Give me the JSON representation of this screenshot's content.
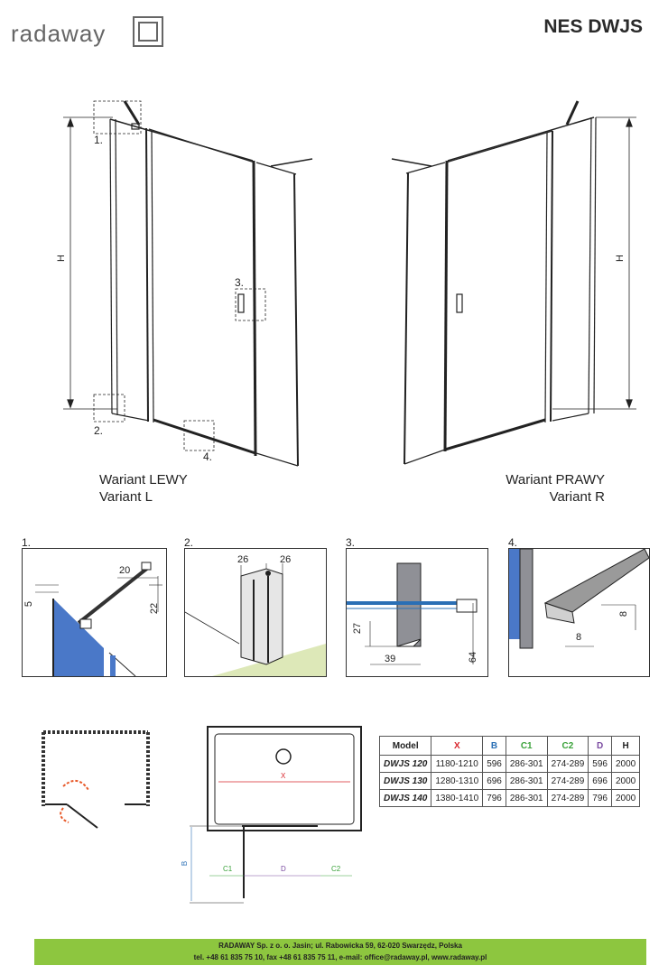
{
  "header": {
    "logo_text": "radaway",
    "model_title": "NES DWJS"
  },
  "main_drawing": {
    "height_label": "H",
    "callouts": [
      "1.",
      "2.",
      "3.",
      "4."
    ],
    "variant_left_line1": "Wariant LEWY",
    "variant_left_line2": "Variant L",
    "variant_right_line1": "Wariant PRAWY",
    "variant_right_line2": "Variant R"
  },
  "details": [
    {
      "num": "1.",
      "dims": [
        "20",
        "5",
        "22"
      ]
    },
    {
      "num": "2.",
      "dims": [
        "26",
        "26"
      ]
    },
    {
      "num": "3.",
      "dims": [
        "27",
        "39",
        "64"
      ]
    },
    {
      "num": "4.",
      "dims": [
        "8",
        "8"
      ]
    }
  ],
  "plan": {
    "x_label": "X",
    "b_label": "B",
    "c1_label": "C1",
    "d_label": "D",
    "c2_label": "C2"
  },
  "spec_table": {
    "headers": [
      "Model",
      "X",
      "B",
      "C1",
      "C2",
      "D",
      "H"
    ],
    "header_colors": [
      "#222222",
      "#d9262d",
      "#2a6fb5",
      "#3aa23a",
      "#3aa23a",
      "#7a4aa0",
      "#222222"
    ],
    "rows": [
      [
        "DWJS 120",
        "1180-1210",
        "596",
        "286-301",
        "274-289",
        "596",
        "2000"
      ],
      [
        "DWJS 130",
        "1280-1310",
        "696",
        "286-301",
        "274-289",
        "696",
        "2000"
      ],
      [
        "DWJS 140",
        "1380-1410",
        "796",
        "286-301",
        "274-289",
        "796",
        "2000"
      ]
    ]
  },
  "footer": {
    "line1": "RADAWAY Sp. z o. o. Jasin; ul. Rabowicka 59, 62-020 Swarzędz, Polska",
    "line2": "tel. +48 61 835 75 10, fax +48 61 835 75 11, e-mail: office@radaway.pl, www.radaway.pl"
  },
  "colors": {
    "footer_bg": "#8dc63f",
    "glass_blue": "#4a78c8",
    "dim_green": "#3aa23a",
    "dim_red": "#d9262d",
    "dim_blue": "#2a6fb5",
    "dim_purple": "#7a4aa0",
    "arrow_orange": "#e85a2a"
  }
}
